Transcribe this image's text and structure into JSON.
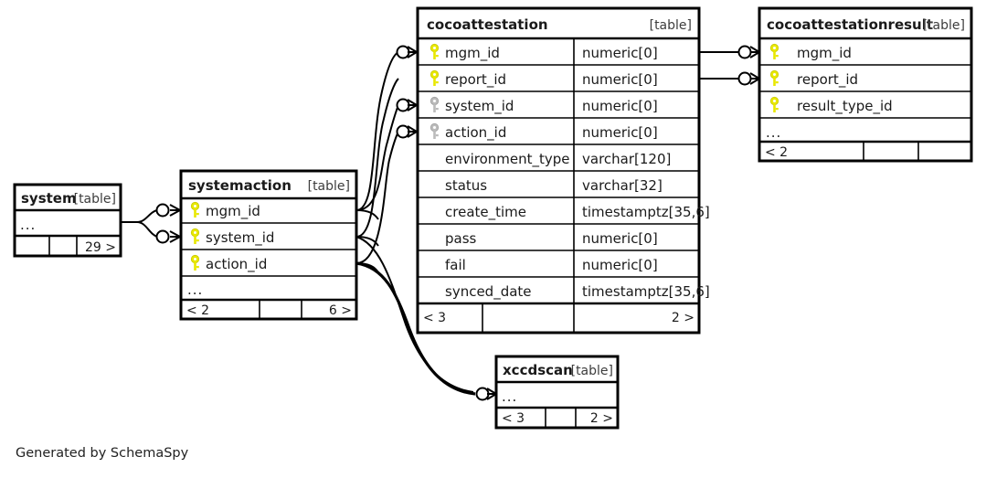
{
  "diagram": {
    "kind": "database-schema-erd",
    "credit": "Generated by SchemaSpy",
    "table_tag": "[table]",
    "ellipsis": "...",
    "colors": {
      "primary_key": "#e8e800",
      "foreign_key": "#bbbbbb",
      "header_bg": "#f2f2f2",
      "border": "#000000",
      "text": "#1a1a1a",
      "tag_text": "#3d3d3d"
    }
  },
  "tables": {
    "cocoattestation": {
      "name": "cocoattestation",
      "tag": "[table]",
      "columns": [
        {
          "key": "primary",
          "name": "mgm_id",
          "type": "numeric[0]"
        },
        {
          "key": "primary",
          "name": "report_id",
          "type": "numeric[0]"
        },
        {
          "key": "foreign",
          "name": "system_id",
          "type": "numeric[0]"
        },
        {
          "key": "foreign",
          "name": "action_id",
          "type": "numeric[0]"
        },
        {
          "key": "none",
          "name": "environment_type",
          "type": "varchar[120]"
        },
        {
          "key": "none",
          "name": "status",
          "type": "varchar[32]"
        },
        {
          "key": "none",
          "name": "create_time",
          "type": "timestamptz[35,6]"
        },
        {
          "key": "none",
          "name": "pass",
          "type": "numeric[0]"
        },
        {
          "key": "none",
          "name": "fail",
          "type": "numeric[0]"
        },
        {
          "key": "none",
          "name": "synced_date",
          "type": "timestamptz[35,6]"
        }
      ],
      "footer": {
        "left": "< 3",
        "middle": "",
        "right": "2 >"
      }
    },
    "cocoattestationresult": {
      "name": "cocoattestationresult",
      "tag": "[table]",
      "columns": [
        {
          "key": "primary",
          "name": "mgm_id",
          "type": ""
        },
        {
          "key": "primary",
          "name": "report_id",
          "type": ""
        },
        {
          "key": "primary",
          "name": "result_type_id",
          "type": ""
        }
      ],
      "ellipsis_row": "...",
      "footer": {
        "left": "< 2",
        "middle": "",
        "right": ""
      }
    },
    "systemaction": {
      "name": "systemaction",
      "tag": "[table]",
      "columns": [
        {
          "key": "primary",
          "name": "mgm_id",
          "type": ""
        },
        {
          "key": "primary",
          "name": "system_id",
          "type": ""
        },
        {
          "key": "primary",
          "name": "action_id",
          "type": ""
        }
      ],
      "ellipsis_row": "...",
      "footer": {
        "left": "< 2",
        "middle": "",
        "right": "6 >"
      }
    },
    "system": {
      "name": "system",
      "tag": "[table]",
      "columns": [],
      "ellipsis_row": "...",
      "footer": {
        "left": "",
        "middle": "",
        "right": "29 >"
      }
    },
    "xccdscan": {
      "name": "xccdscan",
      "tag": "[table]",
      "columns": [],
      "ellipsis_row": "...",
      "footer": {
        "left": "< 3",
        "middle": "",
        "right": "2 >"
      }
    }
  }
}
